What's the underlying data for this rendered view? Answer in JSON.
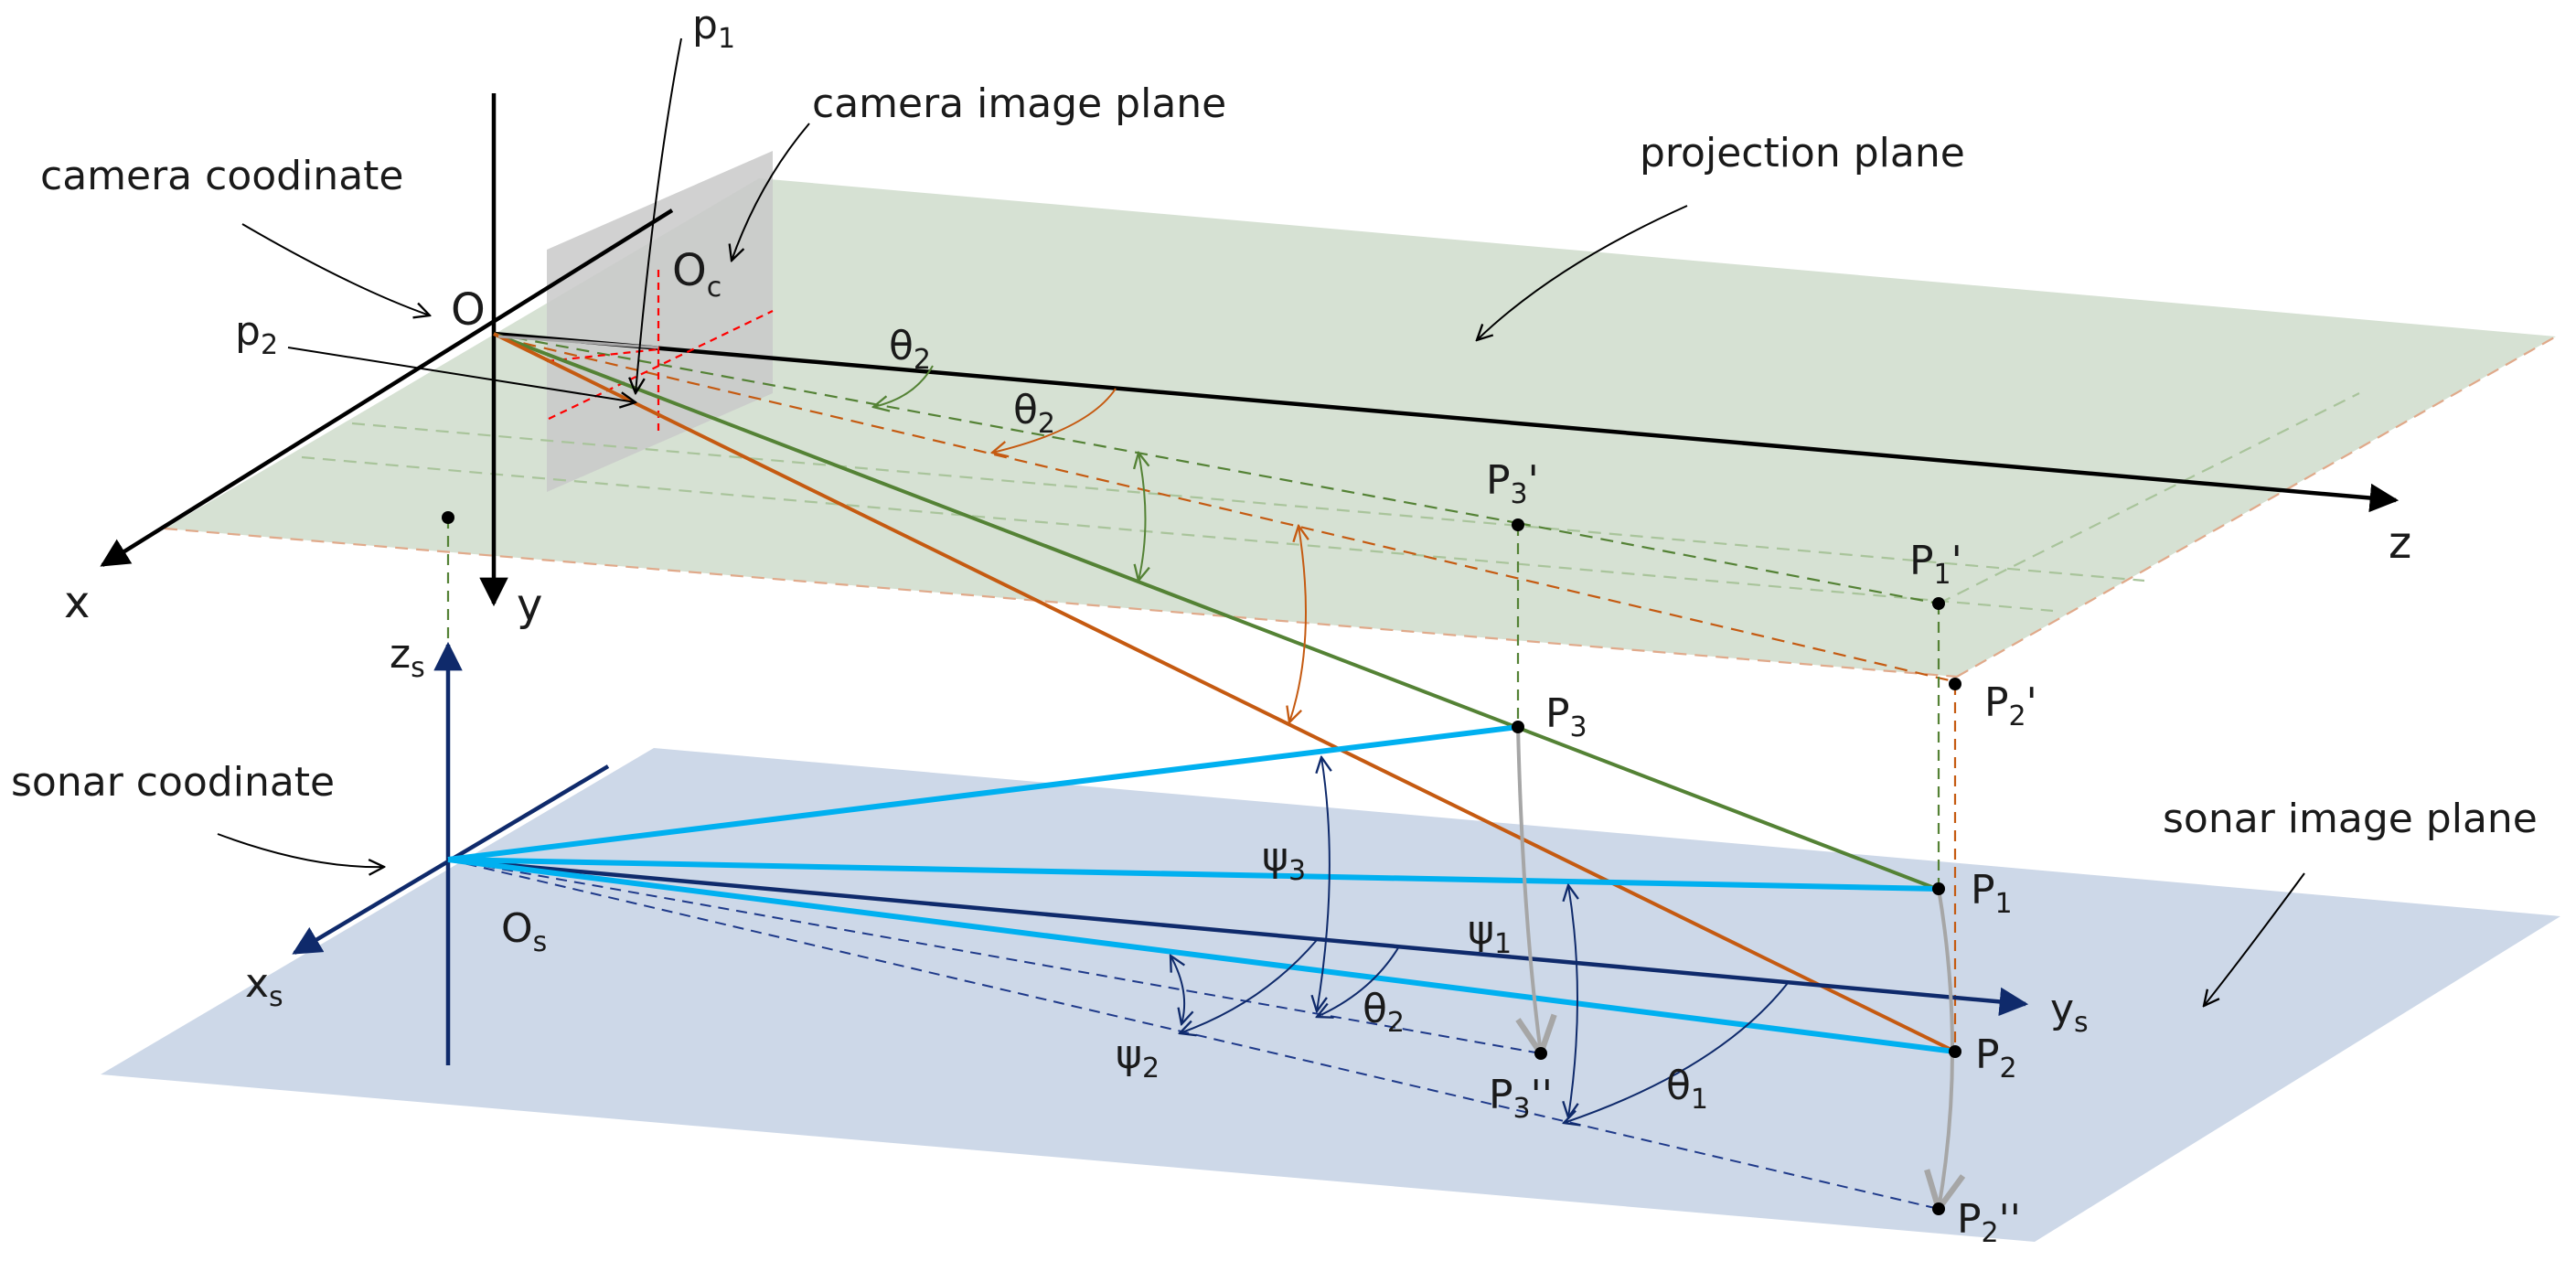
{
  "labels": {
    "p1": {
      "main": "p",
      "sub": "1"
    },
    "camera_image_plane": "camera image plane",
    "camera_coordinate": "camera coodinate",
    "projection_plane": "projection plane",
    "O": "O",
    "Oc": {
      "main": "O",
      "sub": "c"
    },
    "p2": {
      "main": "p",
      "sub": "2"
    },
    "theta2_green": {
      "main": "θ",
      "sub": "2"
    },
    "theta2_orange": {
      "main": "θ",
      "sub": "2"
    },
    "P3_prime": {
      "main": "P",
      "sub": "3",
      "suffix": "'"
    },
    "P1_prime": {
      "main": "P",
      "sub": "1",
      "suffix": "'"
    },
    "z": "z",
    "x": "x",
    "y": "y",
    "zs": {
      "main": "z",
      "sub": "s"
    },
    "P3": {
      "main": "P",
      "sub": "3"
    },
    "P2_prime": {
      "main": "P",
      "sub": "2",
      "suffix": "'"
    },
    "sonar_coordinate": "sonar coodinate",
    "sonar_image_plane": "sonar image plane",
    "psi3": {
      "main": "ψ",
      "sub": "3"
    },
    "P1": {
      "main": "P",
      "sub": "1"
    },
    "psi1": {
      "main": "ψ",
      "sub": "1"
    },
    "Os": {
      "main": "O",
      "sub": "s"
    },
    "xs": {
      "main": "x",
      "sub": "s"
    },
    "ys": {
      "main": "y",
      "sub": "s"
    },
    "theta2_sonar": {
      "main": "θ",
      "sub": "2"
    },
    "psi2": {
      "main": "ψ",
      "sub": "2"
    },
    "P2": {
      "main": "P",
      "sub": "2"
    },
    "theta1": {
      "main": "θ",
      "sub": "1"
    },
    "P3_dprime": {
      "main": "P",
      "sub": "3",
      "suffix": "''"
    },
    "P2_dprime": {
      "main": "P",
      "sub": "2",
      "suffix": "''"
    }
  },
  "colors": {
    "projection_plane_fill": "#d6e1d3",
    "sonar_plane_fill": "#cdd8e8",
    "camera_image_plane_fill": "#c9c9c9",
    "ray_green": "#548235",
    "ray_orange": "#c55a11",
    "sonar_beam": "#00b0f0",
    "sonar_axis": "#0f2a6b",
    "axis_black": "#000000",
    "arc_gray": "#a6a6a6",
    "dash_red": "#ff0000"
  }
}
